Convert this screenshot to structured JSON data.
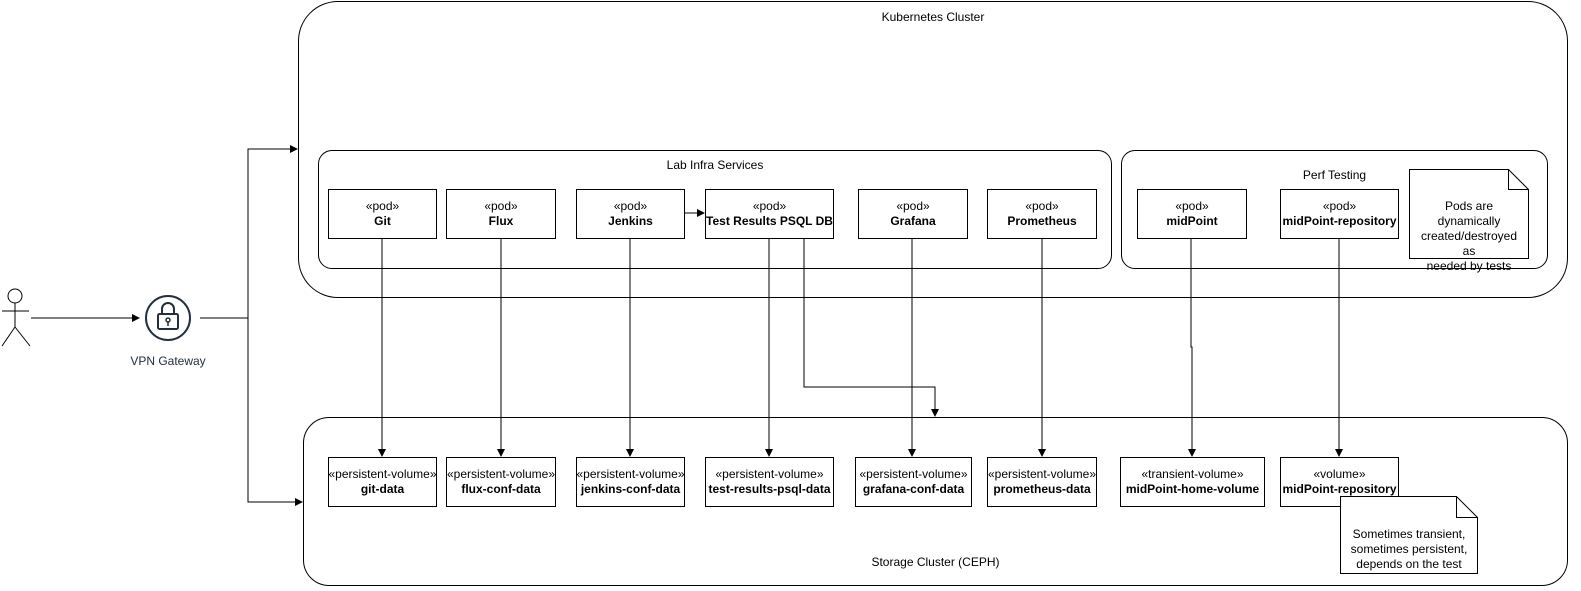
{
  "clusters": {
    "kubernetes": "Kubernetes Cluster",
    "storage": "Storage Cluster (CEPH)"
  },
  "groups": {
    "lab": "Lab Infra Services",
    "perf": "Perf Testing"
  },
  "vpn": {
    "label": "VPN Gateway",
    "icon": "lock-icon",
    "color": "#232F3E"
  },
  "pods": [
    {
      "stereotype": "«pod»",
      "name": "Git"
    },
    {
      "stereotype": "«pod»",
      "name": "Flux"
    },
    {
      "stereotype": "«pod»",
      "name": "Jenkins"
    },
    {
      "stereotype": "«pod»",
      "name": "Test Results PSQL DB"
    },
    {
      "stereotype": "«pod»",
      "name": "Grafana"
    },
    {
      "stereotype": "«pod»",
      "name": "Prometheus"
    },
    {
      "stereotype": "«pod»",
      "name": "midPoint"
    },
    {
      "stereotype": "«pod»",
      "name": "midPoint-repository"
    }
  ],
  "volumes": [
    {
      "stereotype": "«persistent-volume»",
      "name": "git-data"
    },
    {
      "stereotype": "«persistent-volume»",
      "name": "flux-conf-data"
    },
    {
      "stereotype": "«persistent-volume»",
      "name": "jenkins-conf-data"
    },
    {
      "stereotype": "«persistent-volume»",
      "name": "test-results-psql-data"
    },
    {
      "stereotype": "«persistent-volume»",
      "name": "grafana-conf-data"
    },
    {
      "stereotype": "«persistent-volume»",
      "name": "prometheus-data"
    },
    {
      "stereotype": "«transient-volume»",
      "name": "midPoint-home-volume"
    },
    {
      "stereotype": "«volume»",
      "name": "midPoint-repository"
    }
  ],
  "notes": {
    "pods": [
      "Pods are dynamically",
      "created/destroyed as",
      "needed by tests"
    ],
    "volume": [
      "Sometimes transient,",
      "sometimes persistent,",
      "depends on the test"
    ]
  }
}
